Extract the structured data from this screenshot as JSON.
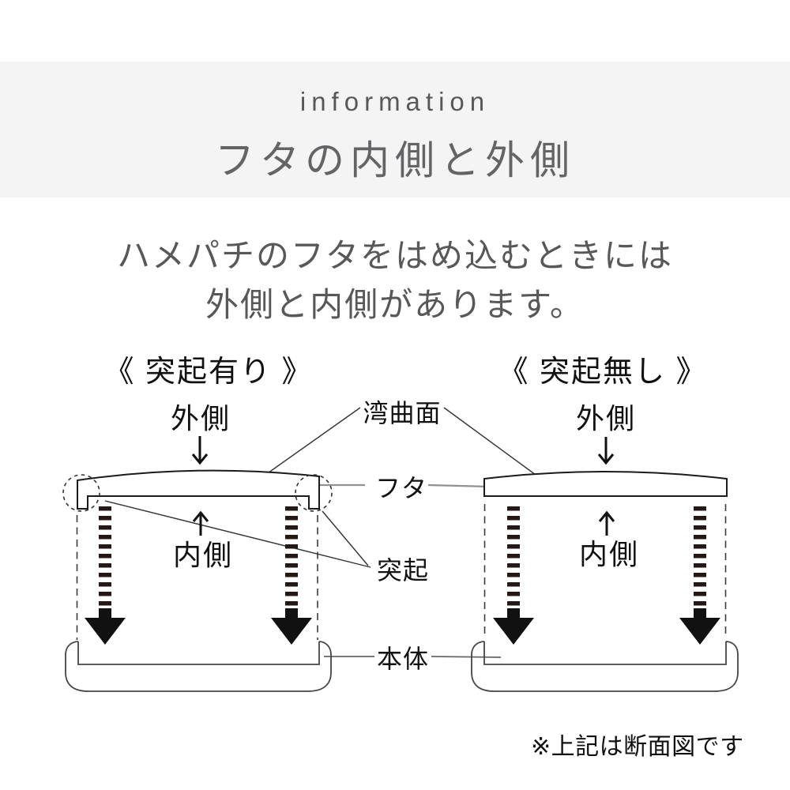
{
  "header": {
    "eyebrow": "information",
    "title": "フタの内側と外側"
  },
  "intro": {
    "line1": "ハメパチのフタをはめ込むときには",
    "line2": "外側と内側があります。"
  },
  "diagrams": {
    "left": {
      "title": "《 突起有り 》",
      "outside": "外側",
      "inside": "内側"
    },
    "right": {
      "title": "《 突起無し 》",
      "outside": "外側",
      "inside": "内側"
    }
  },
  "part_labels": {
    "curved_surface": "湾曲面",
    "lid": "フタ",
    "protrusion": "突起",
    "body": "本体"
  },
  "footnote": "※上記は断面図です",
  "colors": {
    "band_bg": "#f4f4f4",
    "muted_text": "#58585a",
    "line": "#1a1a1a",
    "arrow_dash": "#231815",
    "arrow_head": "#111111",
    "leader_gray": "#919191"
  }
}
